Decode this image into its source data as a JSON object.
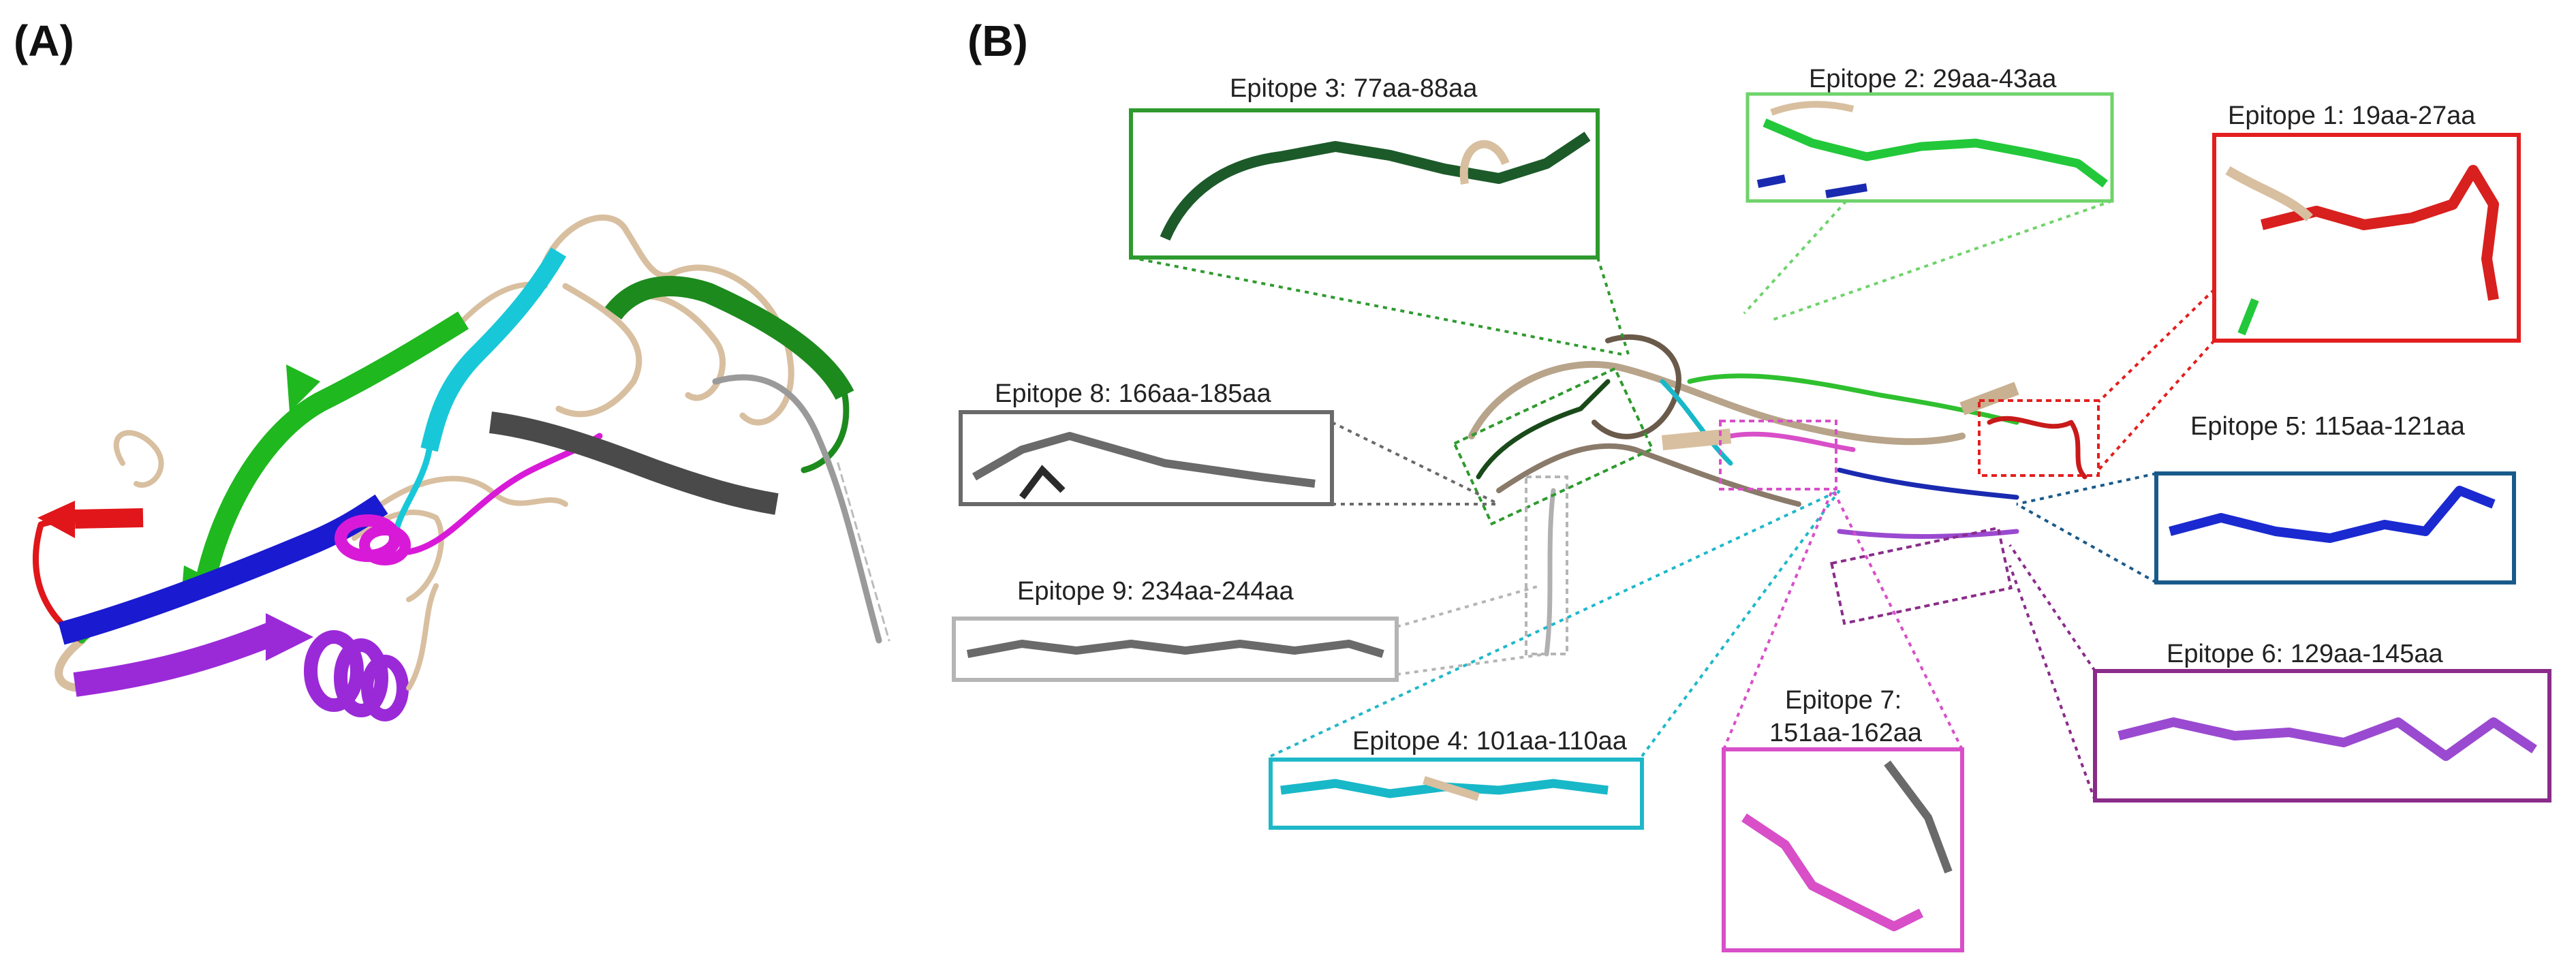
{
  "panels": {
    "a_label": "(A)",
    "b_label": "(B)"
  },
  "epitopes": [
    {
      "id": 1,
      "title": "Epitope 1: 19aa-27aa",
      "color": "#e31e1e"
    },
    {
      "id": 2,
      "title": "Epitope 2: 29aa-43aa",
      "color": "#6ed36a"
    },
    {
      "id": 3,
      "title": "Epitope 3: 77aa-88aa",
      "color": "#2e9a2e"
    },
    {
      "id": 4,
      "title": "Epitope 4: 101aa-110aa",
      "color": "#1fb8c9"
    },
    {
      "id": 5,
      "title": "Epitope 5: 115aa-121aa",
      "color": "#1a5a8a"
    },
    {
      "id": 6,
      "title": "Epitope 6: 129aa-145aa",
      "color": "#8a2c8a"
    },
    {
      "id": 7,
      "title_line1": "Epitope 7:",
      "title_line2": "151aa-162aa",
      "color": "#d84fc8"
    },
    {
      "id": 8,
      "title": "Epitope 8: 166aa-185aa",
      "color": "#6a6a6a"
    },
    {
      "id": 9,
      "title": "Epitope 9: 234aa-244aa",
      "color": "#b5b5b5"
    }
  ],
  "ribbon_colors": {
    "loop": "#d8bfa0",
    "red": "#e0161a",
    "green": "#1fb81f",
    "dark_green": "#1d8a1d",
    "blue": "#1a1ad0",
    "purple": "#9a2ad8",
    "magenta": "#d81ad8",
    "cyan": "#18c8d8",
    "gray": "#9a9a9a",
    "dark_gray": "#4a4a4a"
  }
}
